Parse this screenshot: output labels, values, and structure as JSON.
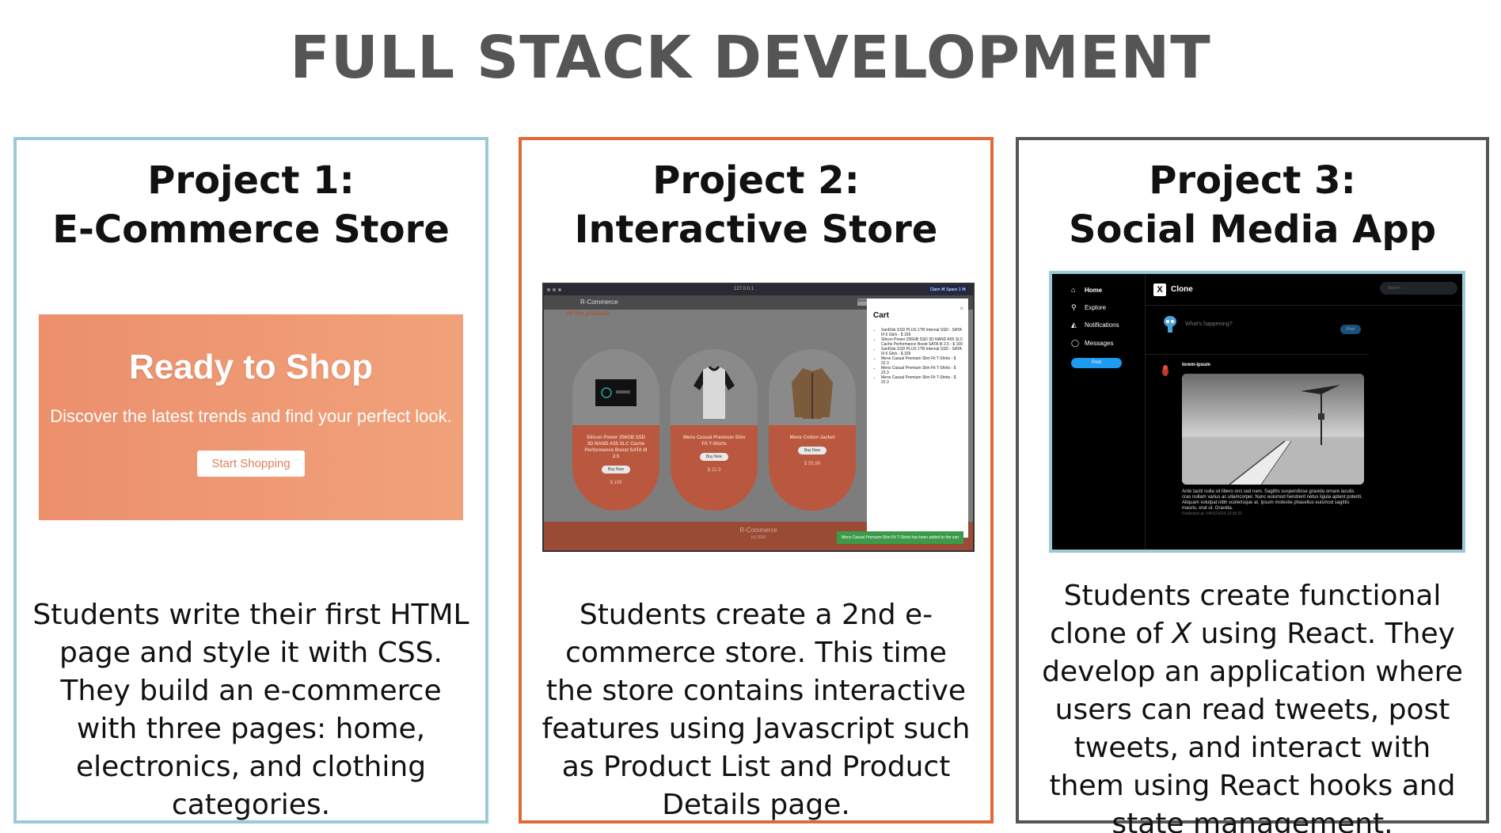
{
  "page_title": "FULL STACK DEVELOPMENT",
  "colors": {
    "card1_border": "#9cc9d6",
    "card2_border": "#e06a35",
    "card3_border": "#555555",
    "hero_bg": "#ef9a73",
    "title_gray": "#555555"
  },
  "projects": [
    {
      "title_line1": "Project 1:",
      "title_line2": "E-Commerce Store",
      "description": "Students write their first HTML page and style it with CSS. They build an e-commerce with three pages: home, electronics, and clothing categories.",
      "hero": {
        "title": "Ready to Shop",
        "subtitle": "Discover the latest trends and find your perfect look.",
        "button": "Start Shopping"
      }
    },
    {
      "title_line1": "Project 2:",
      "title_line2": "Interactive Store",
      "description": "Students create a 2nd e-commerce store. This time the store contains interactive features using Javascript such as Product List and Product Details page.",
      "screenshot": {
        "url": "127.0.0.1",
        "badge": "Claim ⌘ Space 1 ⌘",
        "brand": "R-Commerce",
        "search": "Search",
        "heading": "All the products",
        "products": [
          {
            "name": "Silicon Power 256GB SSD 3D NAND A55 SLC Cache Performance Boost SATA III 2.5",
            "buy": "Buy Now",
            "price": "$ 109"
          },
          {
            "name": "Mens Casual Premium Slim Fit T-Shirts",
            "buy": "Buy Now",
            "price": "$ 22.3"
          },
          {
            "name": "Mens Cotton Jacket",
            "buy": "Buy Now",
            "price": "$ 55.99"
          }
        ],
        "cart_title": "Cart",
        "cart_close": "×",
        "cart_items": [
          "SanDisk SSD PLUS 1TB Internal SSD - SATA III 6 Gb/s - $ 109",
          "Silicon Power 256GB SSD 3D NAND A55 SLC Cache Performance Boost SATA III 2.5 - $ 109",
          "SanDisk SSD PLUS 1TB Internal SSD - SATA III 6 Gb/s - $ 109",
          "Mens Casual Premium Slim Fit T-Shirts - $ 22.3",
          "Mens Casual Premium Slim Fit T-Shirts - $ 22.3",
          "Mens Casual Premium Slim Fit T-Shirts - $ 22.3"
        ],
        "footer_brand": "R-Commerce",
        "footer_year": "(c) 2024",
        "toast": "Mens Casual Premium Slim Fit T-Shirts has been added to the cart"
      }
    },
    {
      "title_line1": "Project 3:",
      "title_line2": "Social Media App",
      "description_before": "Students create functional clone of ",
      "description_em": "X",
      "description_after": " using React. They develop an application where users can read tweets, post tweets, and interact with them using React hooks and state management.",
      "screenshot": {
        "nav": [
          "Home",
          "Explore",
          "Notifications",
          "Messages"
        ],
        "post_button": "Post",
        "app_name": "Clone",
        "logo_letter": "X",
        "search": "Search",
        "compose_placeholder": "What's happening?",
        "compose_button": "Post",
        "tweet_user": "lorem-ipsum",
        "tweet_text": "Ante taciti nulla sit libero orci sed nam. Sagittis suspendisse gravida ornare iaculis cras nullam varius ac ullamcorper. Nunc euismod hendrerit netus ligula aptent potenti. Aliquam volutpat nibh scelerisque at. Ipsum molestie phasellus euismod sagittis mauris, erat ut. Gravida.",
        "tweet_date": "Published at: 04/02/2024 13:35:21"
      }
    }
  ]
}
